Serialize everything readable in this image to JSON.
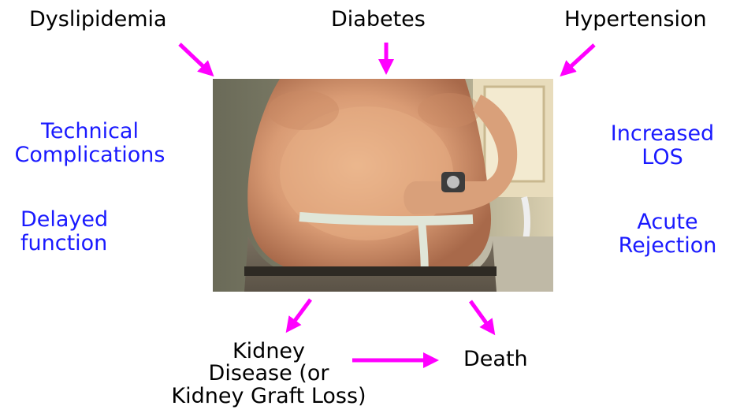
{
  "top": {
    "dyslipidemia": "Dyslipidemia",
    "diabetes": "Diabetes",
    "hypertension": "Hypertension"
  },
  "left": {
    "technical_line1": "Technical",
    "technical_line2": "Complications",
    "delayed_line1": "Delayed",
    "delayed_line2": "function"
  },
  "right": {
    "increased_line1": "Increased",
    "increased_line2": "LOS",
    "acute_line1": "Acute",
    "acute_line2": "Rejection"
  },
  "bottom": {
    "kidney_line1": "Kidney",
    "kidney_line2": "Disease (or",
    "kidney_line3": "Kidney Graft Loss)",
    "death": "Death"
  },
  "photo": {
    "description": "photo-obese-man-measuring-waist"
  },
  "colors": {
    "arrow": "#ff00ff",
    "outcome_text": "#1a1aff",
    "cause_text": "#000000"
  }
}
